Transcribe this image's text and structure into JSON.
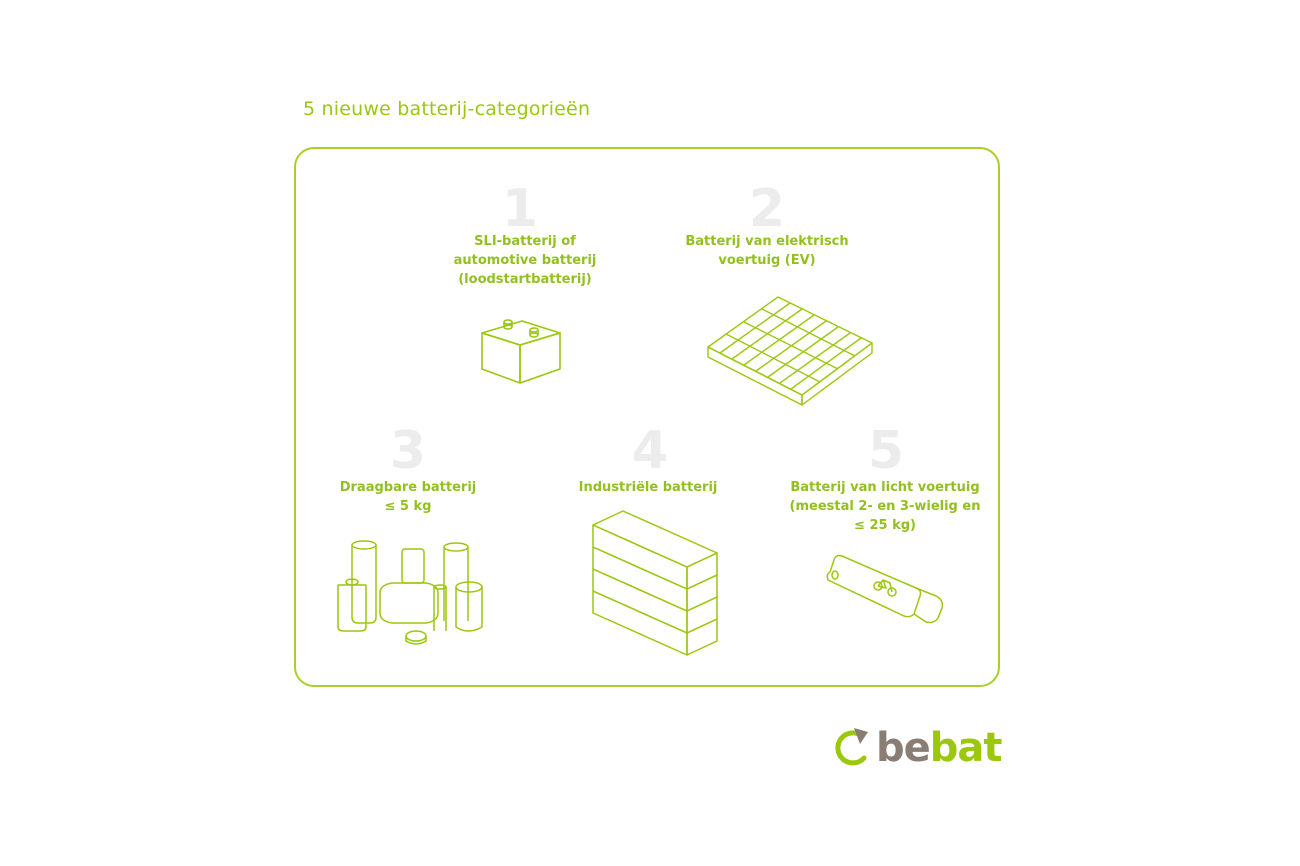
{
  "title": "5 nieuwe batterij-categorieën",
  "categories": [
    {
      "number": "1",
      "lines": [
        "SLI-batterij of",
        "automotive batterij",
        "(loodstartbatterij)"
      ],
      "icon": "car-battery-icon"
    },
    {
      "number": "2",
      "lines": [
        "Batterij van elektrisch",
        "voertuig (EV)"
      ],
      "icon": "ev-battery-pack-icon"
    },
    {
      "number": "3",
      "lines": [
        "Draagbare batterij",
        "≤ 5 kg"
      ],
      "icon": "portable-batteries-icon"
    },
    {
      "number": "4",
      "lines": [
        "Industriële batterij"
      ],
      "icon": "industrial-battery-stack-icon"
    },
    {
      "number": "5",
      "lines": [
        "Batterij van licht voertuig",
        "(meestal 2- en 3-wielig en",
        "≤ 25 kg)"
      ],
      "icon": "light-vehicle-battery-icon"
    }
  ],
  "logo": {
    "part1": "be",
    "part2": "bat",
    "icon": "recycle-arrow-icon"
  },
  "colors": {
    "accent": "#9cc70f",
    "number": "#ececec",
    "logo_grey": "#8a7d74"
  }
}
